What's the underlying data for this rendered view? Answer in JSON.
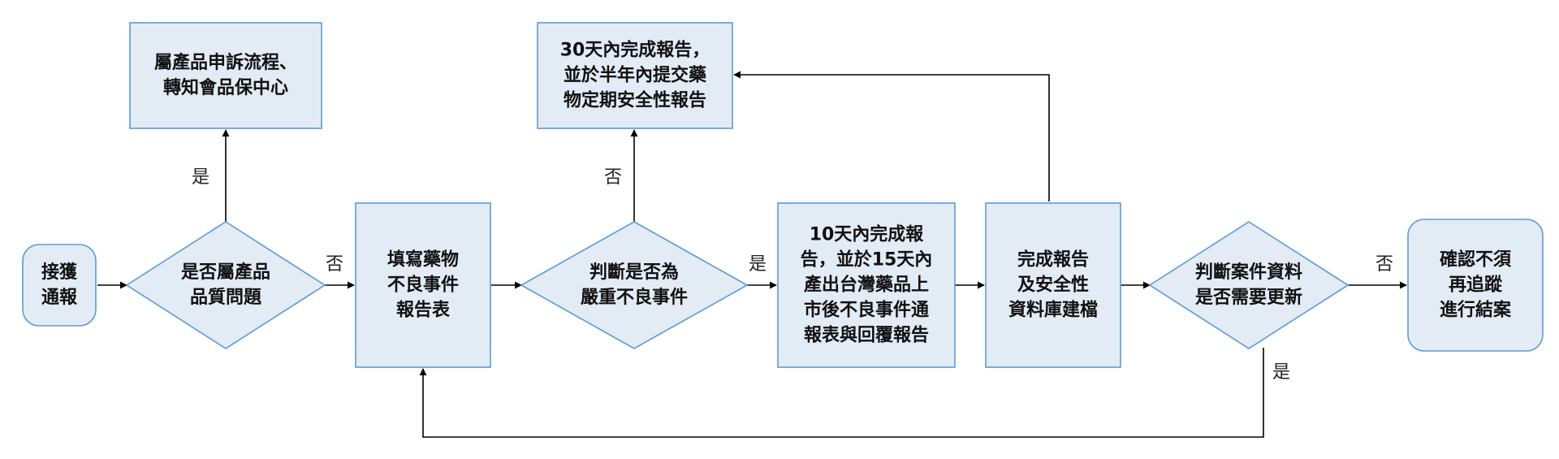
{
  "colors": {
    "node_fill": "#e3ebf5",
    "node_stroke": "#5b9bd5",
    "edge": "#000000"
  },
  "nodes": {
    "receive": {
      "lines": [
        "接獲",
        "通報"
      ]
    },
    "quality_q": {
      "lines": [
        "是否屬產品",
        "品質問題"
      ]
    },
    "complaint": {
      "lines": [
        "屬產品申訴流程、",
        "轉知會品保中心"
      ]
    },
    "fill_form": {
      "lines": [
        "填寫藥物",
        "不良事件",
        "報告表"
      ]
    },
    "severe_q": {
      "lines": [
        "判斷是否為",
        "嚴重不良事件"
      ]
    },
    "report_30": {
      "lines": [
        "30天內完成報告，",
        "並於半年內提交藥",
        "物定期安全性報告"
      ]
    },
    "report_10": {
      "lines": [
        "10天內完成報",
        "告，並於15天內",
        "產出台灣藥品上",
        "市後不良事件通",
        "報表與回覆報告"
      ]
    },
    "database": {
      "lines": [
        "完成報告",
        "及安全性",
        "資料庫建檔"
      ]
    },
    "update_q": {
      "lines": [
        "判斷案件資料",
        "是否需要更新"
      ]
    },
    "close": {
      "lines": [
        "確認不須",
        "再追蹤",
        "進行結案"
      ]
    }
  },
  "edge_labels": {
    "quality_yes": "是",
    "quality_no": "否",
    "severe_no": "否",
    "severe_yes": "是",
    "update_no": "否",
    "update_yes": "是"
  }
}
